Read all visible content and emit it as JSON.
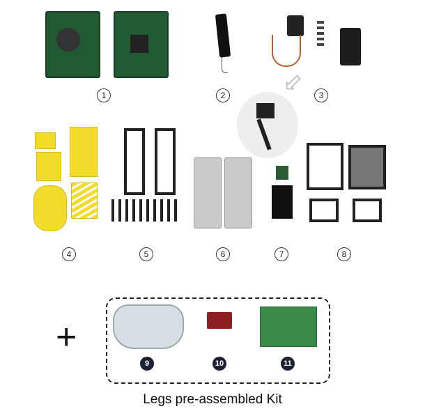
{
  "labels": [
    "1",
    "2",
    "3",
    "4",
    "5",
    "6",
    "7",
    "8",
    "9",
    "10",
    "11"
  ],
  "plus_sign": "+",
  "caption": "Legs pre-assembled Kit"
}
